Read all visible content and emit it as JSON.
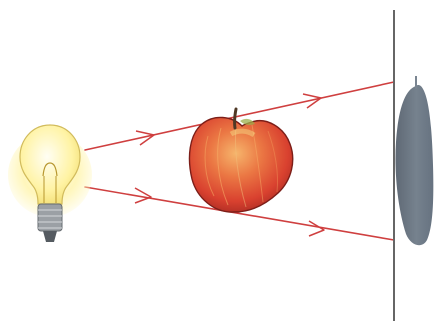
{
  "diagram": {
    "subject": "light-source-object-shadow",
    "elements": {
      "light_source": "light-bulb",
      "object": "apple",
      "screen": "vertical-screen",
      "shadow": "shadow"
    },
    "rays": [
      {
        "id": "upper-ray",
        "direction": "left-to-right"
      },
      {
        "id": "lower-ray",
        "direction": "left-to-right"
      }
    ],
    "colors": {
      "ray": "#cf3f3f",
      "screen": "#666666",
      "shadow": "#6f7b86",
      "bulb_glow": "#fff6b8",
      "apple": "#e24f3a"
    }
  }
}
